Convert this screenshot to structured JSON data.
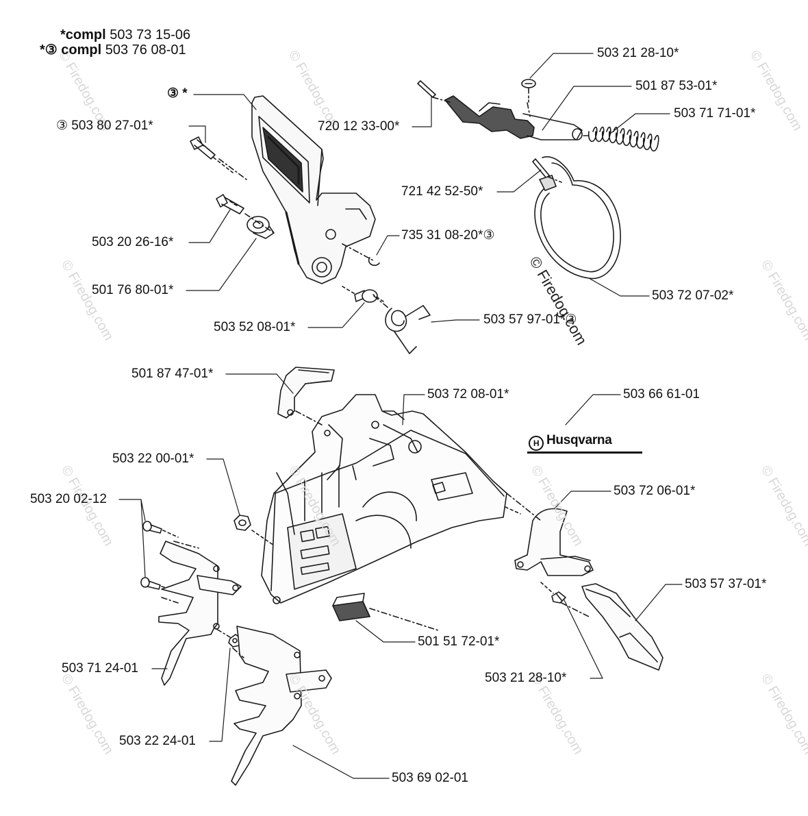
{
  "header": {
    "line1_marker": "*compl",
    "line1_part": "503 73 15-06",
    "line2_marker": "*③ compl",
    "line2_part": "503 76 08-01"
  },
  "labels": {
    "kit3": "③ *",
    "p_503_80_27_01": "③ 503 80 27-01*",
    "p_720_12_33_00": "720 12 33-00*",
    "p_503_21_28_10_top": "503 21 28-10*",
    "p_501_87_53_01": "501 87 53-01*",
    "p_503_71_71_01": "503 71 71-01*",
    "p_721_42_52_50": "721 42 52-50*",
    "p_503_20_26_16": "503 20 26-16*",
    "p_735_31_08_20": "735 31 08-20*③",
    "p_501_76_80_01": "501 76 80-01*",
    "p_503_72_07_02": "503 72 07-02*",
    "p_503_52_08_01": "503 52 08-01*",
    "p_503_57_97_01": "503 57 97-01*③",
    "p_501_87_47_01": "501 87 47-01*",
    "p_503_72_08_01": "503 72 08-01*",
    "p_503_66_61_01": "503 66 61-01",
    "p_503_22_00_01": "503 22 00-01*",
    "p_503_20_02_12": "503 20 02-12",
    "p_503_72_06_01": "503 72 06-01*",
    "p_503_57_37_01": "503 57 37-01*",
    "p_501_51_72_01": "501 51 72-01*",
    "p_503_21_28_10_bottom": "503 21 28-10*",
    "p_503_71_24_01": "503 71 24-01",
    "p_503_22_24_01": "503 22 24-01",
    "p_503_69_02_01": "503 69 02-01"
  },
  "brand": {
    "name": "Husqvarna",
    "logo_glyph": "H"
  },
  "watermark": "© Firedog.com",
  "colors": {
    "line": "#1a1a1a",
    "watermark": "#d8d8d8",
    "background": "#ffffff"
  }
}
